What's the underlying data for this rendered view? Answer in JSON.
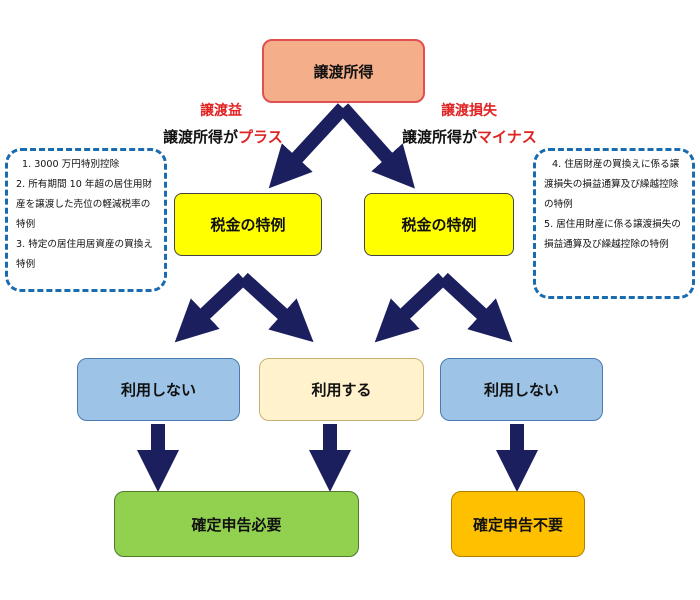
{
  "colors": {
    "arrow": "#1b1f5e",
    "top_box": "#f4ae8a",
    "special_box": "#ffff00",
    "not_use_box": "#9dc3e6",
    "use_box": "#fff2cc",
    "required_box": "#92d050",
    "not_required_box": "#ffc000",
    "note_border": "#1a6bb0",
    "red_text": "#e02424"
  },
  "boxes": {
    "top": "譲渡所得",
    "special_left": "税金の特例",
    "special_right": "税金の特例",
    "not_use_left": "利用しない",
    "use_middle": "利用する",
    "not_use_right": "利用しない",
    "required": "確定申告必要",
    "not_required": "確定申告不要"
  },
  "labels": {
    "gain_title": "譲渡益",
    "gain_prefix": "譲渡所得が",
    "gain_emphasis": "プラス",
    "loss_title": "譲渡損失",
    "loss_prefix": "譲渡所得が",
    "loss_emphasis": "マイナス"
  },
  "notes": {
    "left": [
      "1. 3000 万円特別控除",
      "2. 所有期間 10 年超の居住用財産を譲渡した売位の軽減税率の特例",
      "3. 特定の居住用居資産の買換え特例"
    ],
    "right": [
      "4. 住居財産の買換えに係る譲渡損失の損益通算及び繰越控除の特例",
      "5. 居住用財産に係る譲渡損失の損益通算及び繰越控除の特例"
    ]
  }
}
